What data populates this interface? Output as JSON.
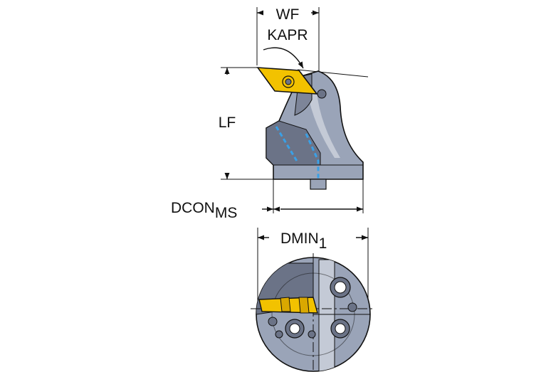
{
  "labels": {
    "wf": "WF",
    "kapr": "KAPR",
    "lf": "LF",
    "dcon_main": "DCON",
    "dcon_sub": "MS",
    "dmin_main": "DMIN",
    "dmin_sub": "1"
  },
  "colors": {
    "body_fill": "#9aa4b8",
    "body_dark": "#6b7387",
    "body_light": "#c4cad6",
    "insert_fill": "#f2c200",
    "coolant": "#3aa0e6",
    "line": "#111111"
  }
}
